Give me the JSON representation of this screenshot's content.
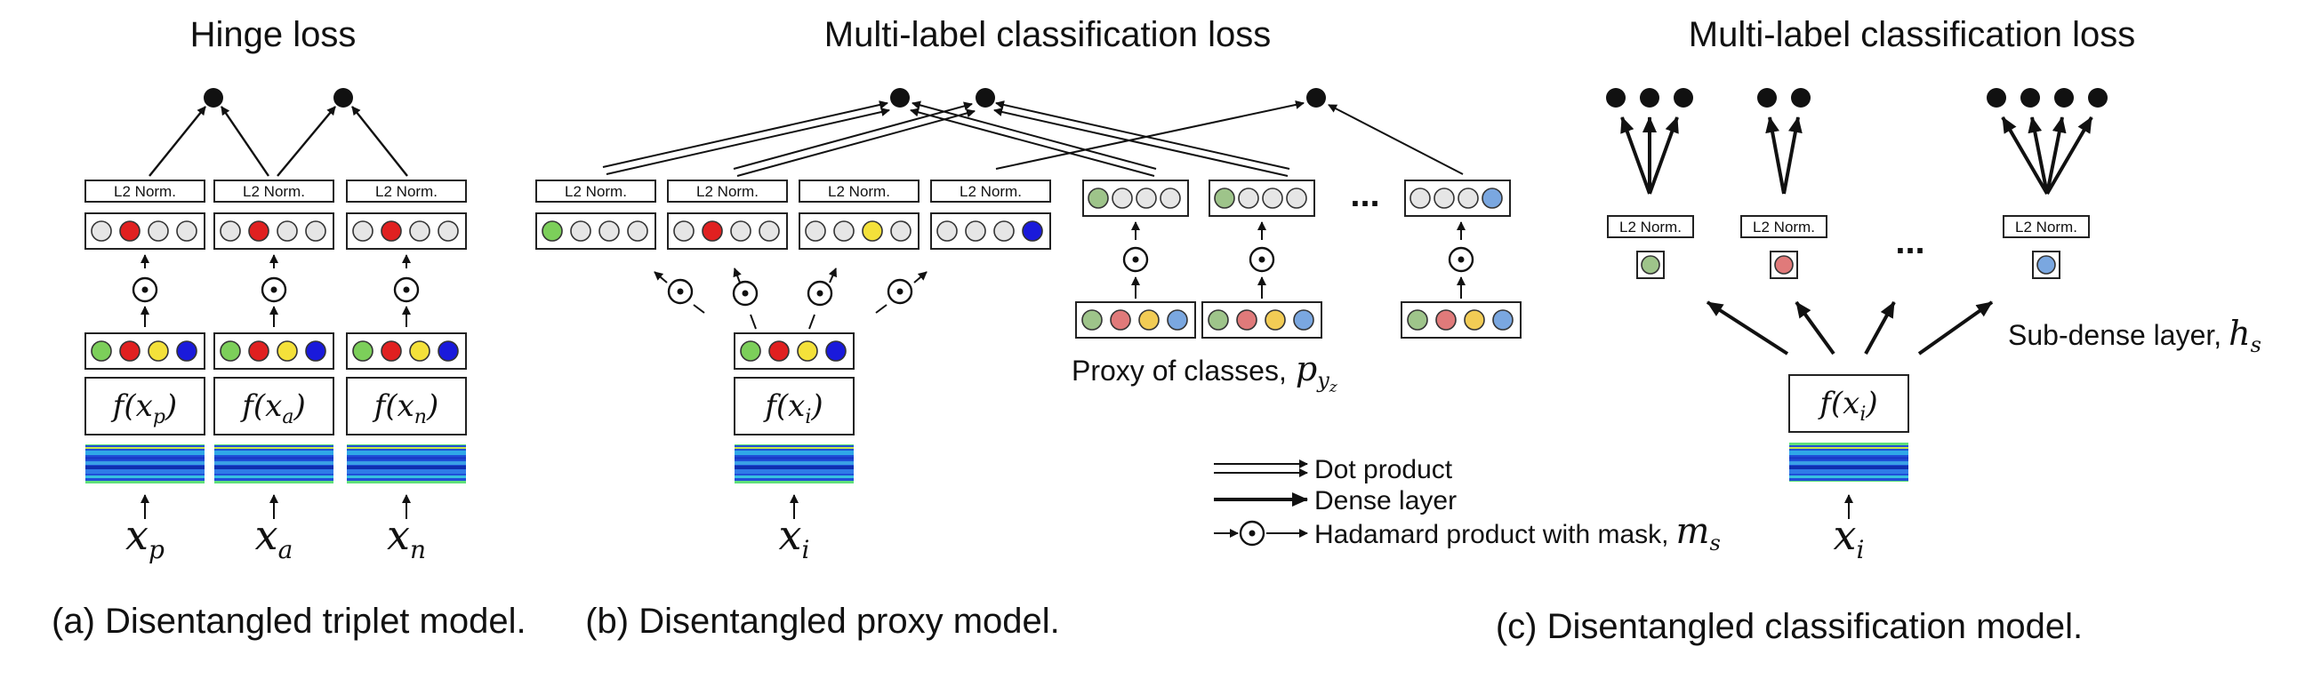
{
  "panels": {
    "a": {
      "title": "Hinge loss",
      "caption": "(a)  Disentangled triplet model.",
      "norm_label": "L2 Norm.",
      "encoders": [
        "f(x_p)",
        "f(x_a)",
        "f(x_n)"
      ],
      "inputs": [
        "x_p",
        "x_a",
        "x_n"
      ]
    },
    "b": {
      "title": "Multi-label classification loss",
      "caption": "(b) Disentangled proxy model.",
      "norm_label": "L2 Norm.",
      "encoder": "f(x_i)",
      "input": "x_i",
      "ellipsis": "...",
      "proxy_label": "Proxy of classes,",
      "proxy_symbol": "p",
      "proxy_sub": "y",
      "proxy_subsub": "z"
    },
    "c": {
      "title": "Multi-label classification loss",
      "caption": "(c) Disentangled classification model.",
      "norm_label": "L2 Norm.",
      "encoder": "f(x_i)",
      "input": "x_i",
      "ellipsis": "...",
      "subdense_label": "Sub-dense layer,",
      "subdense_symbol": "h",
      "subdense_sub": "s"
    }
  },
  "legend": {
    "dot_product": "Dot product",
    "dense_layer": "Dense layer",
    "hadamard": "Hadamard product with mask,",
    "mask_symbol": "m",
    "mask_sub": "s"
  },
  "colors": {
    "green": "#7ccf5a",
    "red": "#e02020",
    "yellow": "#f4e13a",
    "blue": "#1a1adb",
    "sage": "#9ec48a",
    "rose": "#e07a7a",
    "gold": "#f2cc55",
    "sky": "#7aa7e0",
    "empty": "#e6e6e6"
  }
}
